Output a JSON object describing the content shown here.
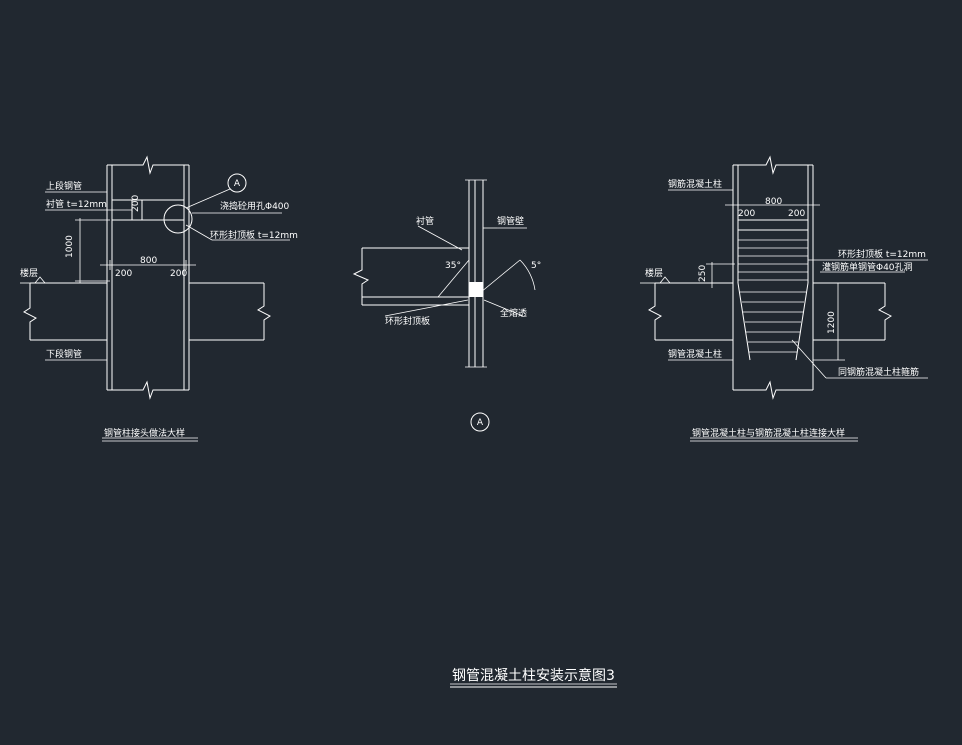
{
  "drawing_title": "钢管混凝土柱安装示意图3",
  "detail1": {
    "caption": "钢管柱接头做法大样",
    "labels": {
      "upper_pipe": "上段钢管",
      "liner_pipe": "衬管 t=12mm",
      "pour_hole": "浇捣砼用孔Φ400",
      "ring_plate": "环形封顶板 t=12mm",
      "floor": "楼层",
      "lower_pipe": "下段钢管",
      "marker": "A"
    },
    "dims": {
      "d1000": "1000",
      "d200_top": "200",
      "d200_left": "200",
      "d800": "800",
      "d200_right": "200"
    }
  },
  "detailA": {
    "marker": "A",
    "labels": {
      "liner": "衬管",
      "steel_pipe": "钢管壁",
      "ring_plate": "环形封顶板",
      "full_weld": "全熔透"
    },
    "angles": {
      "a1": "35°",
      "a2": "5°"
    }
  },
  "detail2": {
    "caption": "钢管混凝土柱与钢筋混凝土柱连接大样",
    "labels": {
      "top_column": "钢筋混凝土柱",
      "ring_plate": "环形封顶板 t=12mm",
      "grout_hole": "灌钢筋单钢管Φ40孔洞",
      "floor": "楼层",
      "lower_pipe": "钢管混凝土柱",
      "bottom_bars": "同钢筋混凝土柱箍筋"
    },
    "dims": {
      "d200_left": "200",
      "d800": "800",
      "d200_right": "200",
      "d250": "250",
      "d1200": "1200"
    }
  }
}
